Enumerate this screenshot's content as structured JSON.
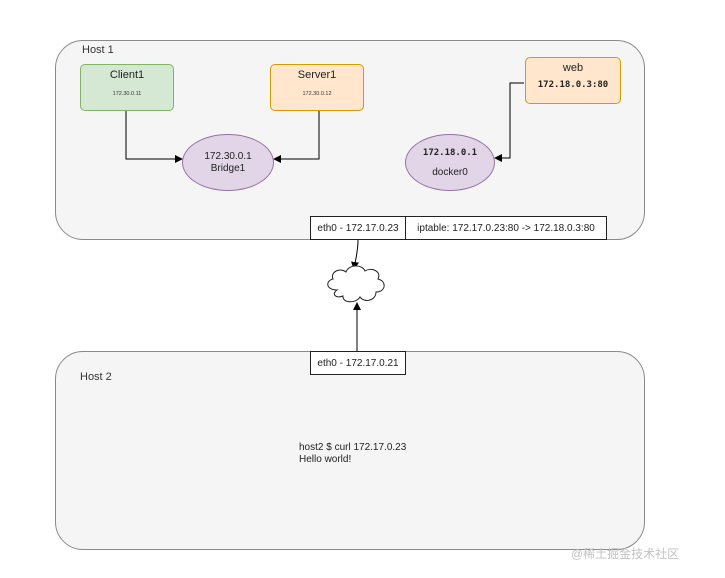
{
  "host1": {
    "label": "Host 1",
    "client": {
      "name": "Client1",
      "ip": "172.30.0.11"
    },
    "server": {
      "name": "Server1",
      "ip": "172.30.0.12"
    },
    "bridge": {
      "ip": "172.30.0.1",
      "name": "Bridge1"
    },
    "web": {
      "name": "web",
      "addr": "172.18.0.3:80"
    },
    "docker": {
      "ip": "172.18.0.1",
      "name": "docker0"
    },
    "eth0": "eth0 - 172.17.0.23",
    "iptable": "iptable: 172.17.0.23:80 -> 172.18.0.3:80"
  },
  "host2": {
    "label": "Host 2",
    "eth0": "eth0 - 172.17.0.21",
    "terminal": {
      "command": "host2 $ curl 172.17.0.23",
      "output": "Hello world!"
    }
  },
  "watermark": "@稀土掘金技术社区",
  "colors": {
    "client_fill": "#d5e8d4",
    "client_stroke": "#82b366",
    "server_fill": "#ffe6cc",
    "server_stroke": "#d79b00",
    "bridge_fill": "#e1d5e7",
    "bridge_stroke": "#9673a6",
    "host_fill": "#f5f5f5"
  },
  "icons": {
    "network": "cloud-icon"
  }
}
